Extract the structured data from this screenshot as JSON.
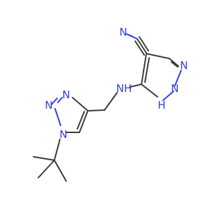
{
  "molecule": {
    "atoms": {
      "nitrile_n": "N",
      "amine_nh": "NH",
      "pyrazole_n2": "N",
      "pyrazole_n1h": "N",
      "pyrazole_h": "H",
      "triazole_n1": "N",
      "triazole_n2": "N",
      "triazole_n3": "N"
    },
    "colors": {
      "bond": "#3b3b3b",
      "nitrogen": "#2f3fdc"
    }
  }
}
